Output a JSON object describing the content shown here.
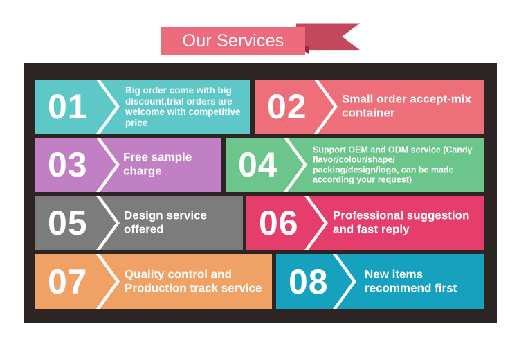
{
  "title": "Our Services",
  "colors": {
    "ribbon": "#ec6b7d",
    "ribbon_tail": "#c4485c",
    "board": "#2c2524",
    "tile_01": "#5ec8c9",
    "tile_02": "#ec6f7a",
    "tile_03": "#c17fc4",
    "tile_04": "#6cc58a",
    "tile_05": "#7c7c7c",
    "tile_06": "#e53d6c",
    "tile_07": "#f0a165",
    "tile_08": "#16a2be"
  },
  "services": [
    {
      "number": "01",
      "text": "Big order come with big discount,trial orders are welcome with competitive price"
    },
    {
      "number": "02",
      "text": "Small order accept-mix container"
    },
    {
      "number": "03",
      "text": "Free sample charge"
    },
    {
      "number": "04",
      "text": "Support OEM and ODM service (Candy flavor/colour/shape/ packing/design/logo, can be made according your request)"
    },
    {
      "number": "05",
      "text": "Design service offered"
    },
    {
      "number": "06",
      "text": "Professional suggestion and fast reply"
    },
    {
      "number": "07",
      "text": "Quality control and Production track service"
    },
    {
      "number": "08",
      "text": "New items recommend first"
    }
  ]
}
